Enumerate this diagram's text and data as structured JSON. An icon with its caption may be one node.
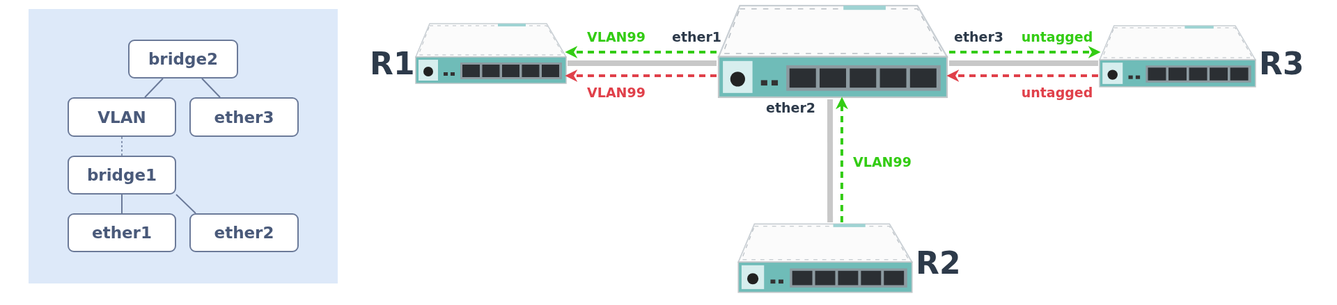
{
  "diagram": {
    "nodes": [
      {
        "text": [],
        "shape": "box"
      },
      {
        "text": [
          "bridge2"
        ],
        "in": 0
      },
      {
        "text": [
          "VLAN"
        ],
        "in": 0
      },
      {
        "text": [
          "ether3"
        ],
        "in": 0
      },
      {
        "text": [
          "bridge1"
        ],
        "in": 0
      },
      {
        "text": [
          "ether1"
        ],
        "in": 0
      },
      {
        "text": [
          "ether2"
        ],
        "in": 0
      },
      {
        "text": [
          "R1"
        ]
      },
      {
        "text": [],
        "shape": "picture",
        "beside": [
          "ether1",
          "ether3",
          "ether2"
        ]
      },
      {
        "text": [
          "R3"
        ]
      },
      {
        "text": [
          "R2"
        ]
      }
    ],
    "edges": [
      {
        "from": 1,
        "to": 2,
        "arrow": "none"
      },
      {
        "from": 1,
        "to": 3,
        "arrow": "none"
      },
      {
        "from": 2,
        "to": 4,
        "arrow": "none",
        "style": "dashed"
      },
      {
        "from": 4,
        "to": 5,
        "arrow": "none"
      },
      {
        "from": 4,
        "to": 6,
        "arrow": "none"
      },
      {
        "from": 8,
        "to": 7,
        "arrow": "to",
        "style": "dashed",
        "color": "#33cc14",
        "label": "VLAN99"
      },
      {
        "from": 7,
        "to": 8,
        "arrow": "none",
        "style": "thick",
        "color": "#c8c8c8"
      },
      {
        "from": 8,
        "to": 7,
        "arrow": "to",
        "style": "dashed",
        "color": "#e0404a",
        "label": "VLAN99"
      },
      {
        "from": 8,
        "to": 9,
        "arrow": "to",
        "style": "dashed",
        "color": "#33cc14",
        "label": "untagged"
      },
      {
        "from": 8,
        "to": 9,
        "arrow": "none",
        "style": "thick",
        "color": "#c8c8c8"
      },
      {
        "from": 9,
        "to": 8,
        "arrow": "to",
        "style": "dashed",
        "color": "#e0404a",
        "label": "untagged"
      },
      {
        "from": 10,
        "to": 8,
        "arrow": "none",
        "style": "thick",
        "color": "#c8c8c8"
      },
      {
        "from": 10,
        "to": 8,
        "arrow": "to",
        "style": "dashed",
        "color": "#33cc14",
        "label": "VLAN99"
      }
    ]
  }
}
